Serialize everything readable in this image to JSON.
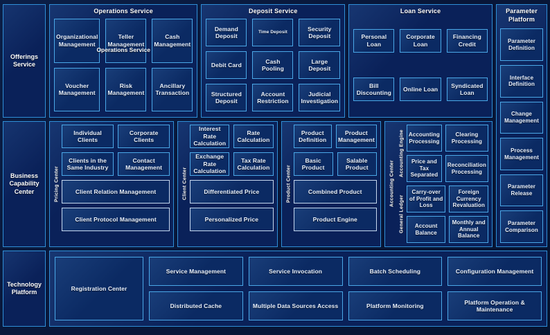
{
  "rows": {
    "offerings": {
      "rail_label": "Offerings\nService",
      "sections": [
        {
          "title": "Operations Service",
          "ghost_title": "Operations Service",
          "items": [
            {
              "label": "Organizational Management"
            },
            {
              "label": "Teller Management"
            },
            {
              "label": "Cash Management"
            },
            {
              "label": "Voucher Management"
            },
            {
              "label": "Risk Management"
            },
            {
              "label": "Ancillary Transaction"
            }
          ]
        },
        {
          "title": "Deposit Service",
          "items": [
            {
              "label": "Demand Deposit"
            },
            {
              "label": "Time Deposit",
              "small": true
            },
            {
              "label": "Security Deposit"
            },
            {
              "label": "Debit Card"
            },
            {
              "label": "Cash Pooling"
            },
            {
              "label": "Large Deposit"
            },
            {
              "label": "Structured Deposit"
            },
            {
              "label": "Account Restriction"
            },
            {
              "label": "Judicial Investigation"
            }
          ]
        },
        {
          "title": "Loan Service",
          "items": [
            {
              "label": "Personal Loan"
            },
            {
              "label": "Corporate Loan"
            },
            {
              "label": "Financing Credit"
            },
            {
              "label": "Bill Discounting"
            },
            {
              "label": "Online Loan"
            },
            {
              "label": "Syndicated Loan"
            }
          ]
        }
      ]
    },
    "business": {
      "rail_label": "Business\nCapability\nCenter",
      "panels": [
        {
          "vlabel": "Pricing Center",
          "pairs": [
            [
              "Individual Clients",
              "Corporate Clients"
            ],
            [
              "Clients in the Same Industry",
              "Contact Management"
            ]
          ],
          "wides": [
            "Client Relation Management",
            "Client Protocol Management"
          ]
        },
        {
          "vlabel": "Client Center",
          "pairs": [
            [
              "Interest Rate Calculation",
              "Rate Calculation"
            ],
            [
              "Exchange Rate Calculation",
              "Tax Rate Calculation"
            ]
          ],
          "wides": [
            "Differentiated Price",
            "Personalized Price"
          ]
        },
        {
          "vlabel": "Product Center",
          "pairs": [
            [
              "Product Definition",
              "Product Management"
            ],
            [
              "Basic Product",
              "Salable Product"
            ]
          ],
          "wides": [
            "Combined Product",
            "Product Engine"
          ]
        }
      ],
      "accounting": {
        "vlabel": "Accounting Center",
        "subsections": [
          {
            "vlabel": "Accounting Engine",
            "items": [
              "Accounting Processing",
              "Clearing Processing",
              "Price and Tax Separated",
              "Reconciliation Processing"
            ]
          },
          {
            "vlabel": "General Ledger",
            "items": [
              "Carry-over of Profit and Loss",
              "Foreign Currency Revaluation",
              "Account Balance",
              "Monthly and Annual Balance"
            ]
          }
        ]
      }
    },
    "technology": {
      "rail_label": "Technology\nPlatform",
      "registration": "Registration Center",
      "items": [
        "Service Management",
        "Service Invocation",
        "Batch Scheduling",
        "Configuration Management",
        "Distributed Cache",
        "Multiple Data Sources Access",
        "Platform Monitoring",
        "Platform Operation & Maintenance"
      ]
    }
  },
  "parameter_rail": {
    "title": "Parameter\nPlatform",
    "items": [
      "Parameter Definition",
      "Interface Definition",
      "Change Management",
      "Process Management",
      "Parameter Release",
      "Parameter Comparison"
    ]
  },
  "colors": {
    "page_bg": "#071634",
    "panel_bg": "#0a2159",
    "box_bg": "#0b2a63",
    "border": "#4aa8e8",
    "panel_border": "#2f8fd8",
    "text": "#ffffff"
  }
}
